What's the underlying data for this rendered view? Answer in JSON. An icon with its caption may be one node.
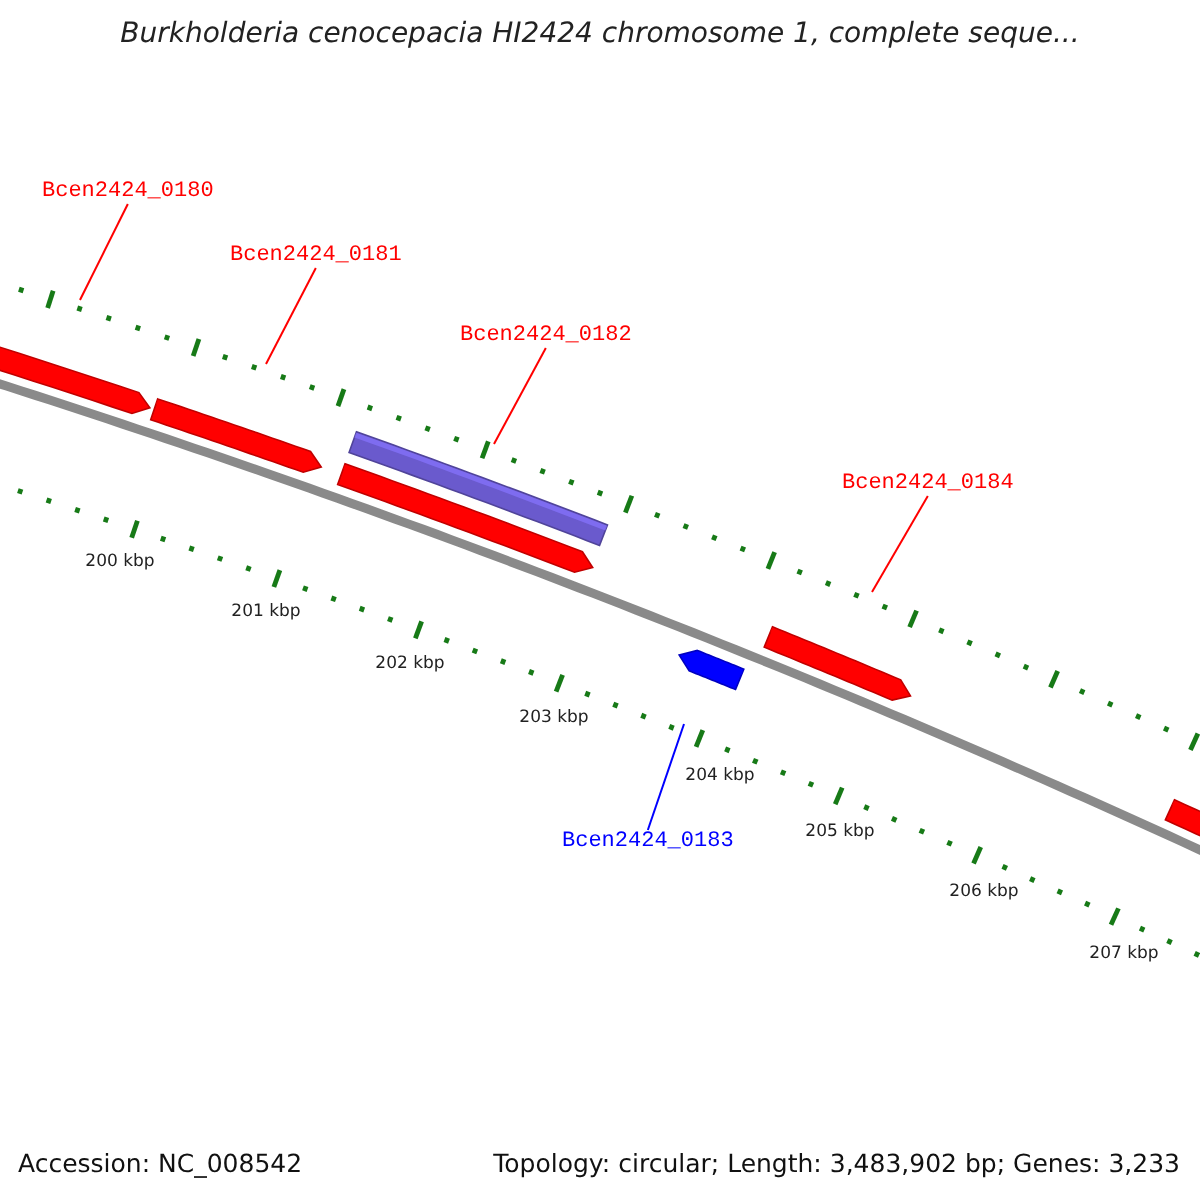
{
  "diagram": {
    "title": "Burkholderia cenocepacia HI2424 chromosome 1, complete seque...",
    "nodes": [
      {
        "text": [
          "Bcen2424_0180"
        ]
      },
      {
        "text": [
          "Bcen2424_0181"
        ]
      },
      {
        "text": [
          "Bcen2424_0182"
        ]
      },
      {
        "text": [
          "Bcen2424_0184"
        ]
      },
      {
        "text": [
          "Bcen2424_0183"
        ]
      }
    ],
    "edges": [
      {
        "from": 0,
        "to": null,
        "arrow": "none"
      },
      {
        "from": 1,
        "to": null,
        "arrow": "none"
      },
      {
        "from": 2,
        "to": null,
        "arrow": "none"
      },
      {
        "from": 3,
        "to": null,
        "arrow": "none"
      },
      {
        "from": 4,
        "to": null,
        "arrow": "none",
        "color": "#0000ff"
      }
    ],
    "labels": [
      "200 kbp",
      "201 kbp",
      "202 kbp",
      "203 kbp",
      "204 kbp",
      "205 kbp",
      "206 kbp",
      "207 kbp",
      "Accession: NC_008542",
      "Topology: circular; Length: 3,483,902 bp; Genes: 3,233"
    ]
  }
}
